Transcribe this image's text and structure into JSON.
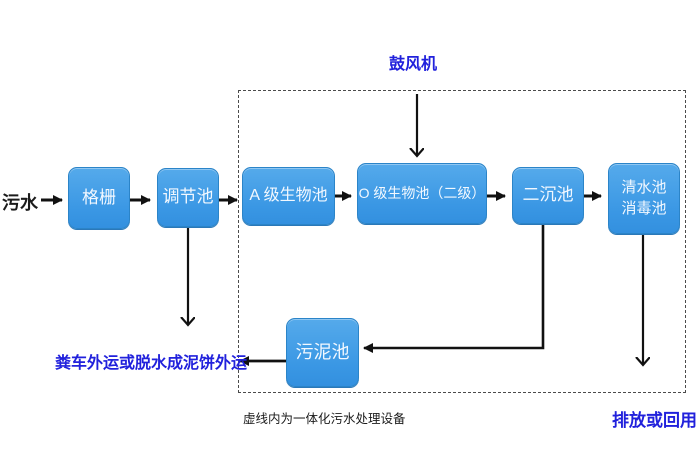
{
  "diagram": {
    "influent_label": "污水",
    "blower_label": "鼓风机",
    "sludge_disposal_label": "粪车外运或脱水成泥饼外运",
    "discharge_label": "排放或回用",
    "boundary_caption": "虚线内为一体化污水处理设备",
    "nodes": {
      "bar_screen": {
        "label": "格栅"
      },
      "regulating_tank": {
        "label": "调节池"
      },
      "a_stage_bio_tank": {
        "label": "A 级生物池"
      },
      "o_stage_bio_tank": {
        "label": "O 级生物池（二级）"
      },
      "secondary_clarifier": {
        "label": "二沉池"
      },
      "clear_water_tank": {
        "line1": "清水池",
        "line2": "消毒池"
      },
      "sludge_tank": {
        "label": "污泥池"
      }
    },
    "colors": {
      "node_fill_top": "#55aaeb",
      "node_fill_bottom": "#3a97e4",
      "node_border": "#2b84c8",
      "node_text": "#f2f8ff",
      "label_blue": "#2121dc",
      "label_black": "#1b1b1b",
      "arrow": "#111111",
      "dashed_border": "#4b4b4b",
      "background": "#ffffff"
    }
  }
}
